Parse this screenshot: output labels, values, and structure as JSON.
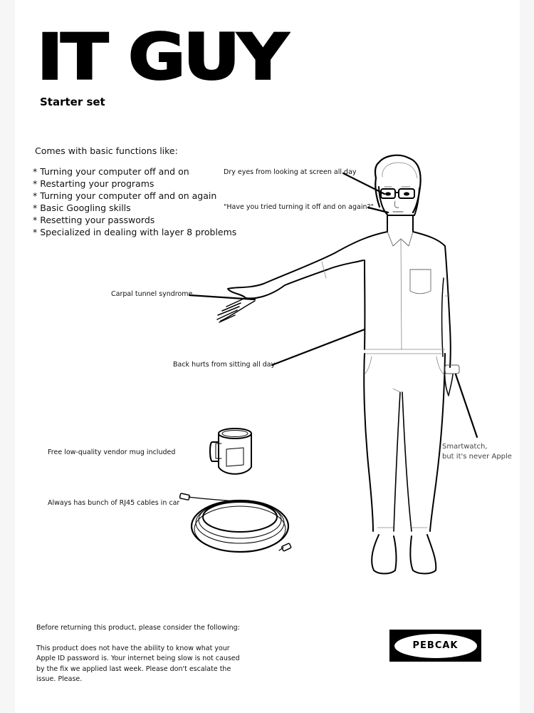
{
  "header": {
    "title": "IT GUY",
    "subtitle": "Starter set"
  },
  "features": {
    "intro": "Comes with basic functions like:",
    "items": [
      "* Turning your computer off and on",
      "* Restarting your programs",
      "* Turning your computer off and on again",
      "* Basic Googling skills",
      "* Resetting your passwords",
      "* Specialized in dealing with layer 8 problems"
    ]
  },
  "annotations": {
    "eyes": "Dry eyes from looking at screen all day",
    "quote": "\"Have you tried turning it off and on again?\"",
    "wrist": "Carpal tunnel syndrome",
    "back": "Back hurts from sitting all day",
    "watch_line1": "Smartwatch,",
    "watch_line2": "but it's never Apple",
    "mug": "Free low-quality vendor mug included",
    "cables": "Always has bunch of RJ45 cables in car"
  },
  "footer": {
    "heading": "Before returning this product, please consider the following:",
    "body": "This product does not have the ability to know what your Apple ID password is. Your internet being slow is not caused by the fix we applied last week. Please don't escalate the issue. Please."
  },
  "logo": {
    "text": "PEBCAK"
  },
  "colors": {
    "background": "#f6f6f6",
    "paper": "#ffffff",
    "ink": "#000000",
    "thin_line": "#888888"
  }
}
